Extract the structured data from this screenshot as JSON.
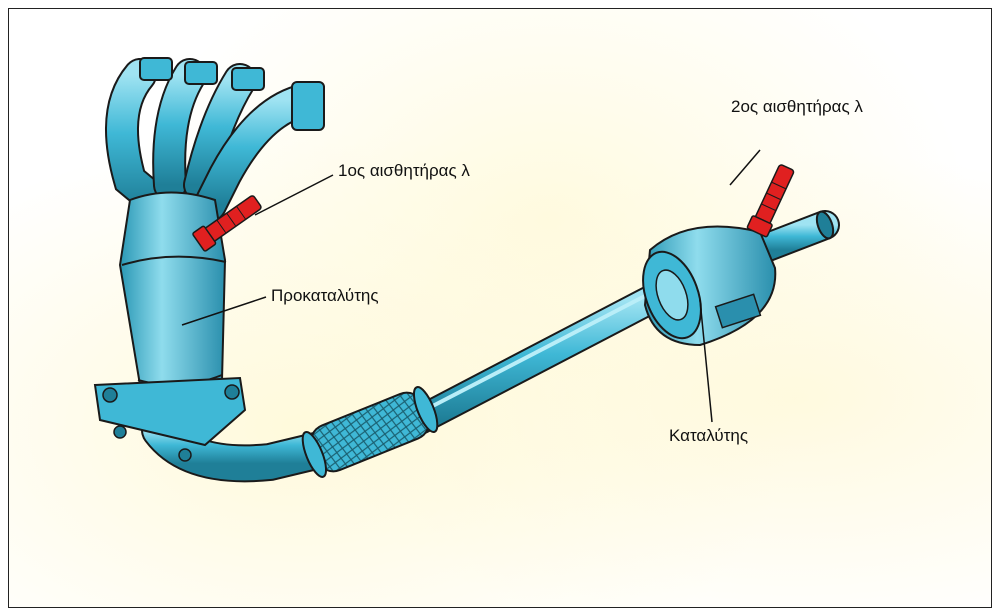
{
  "labels": {
    "sensor1": "1ος αισθητήρας λ",
    "sensor2": "2ος αισθητήρας λ",
    "precatalyst": "Προκαταλύτης",
    "catalyst": "Καταλύτης"
  },
  "colors": {
    "pipe": "#3fb8d6",
    "pipe_dark": "#1f7f98",
    "pipe_light": "#9fe3f2",
    "sensor": "#e02020",
    "outline": "#1a1a1a"
  }
}
